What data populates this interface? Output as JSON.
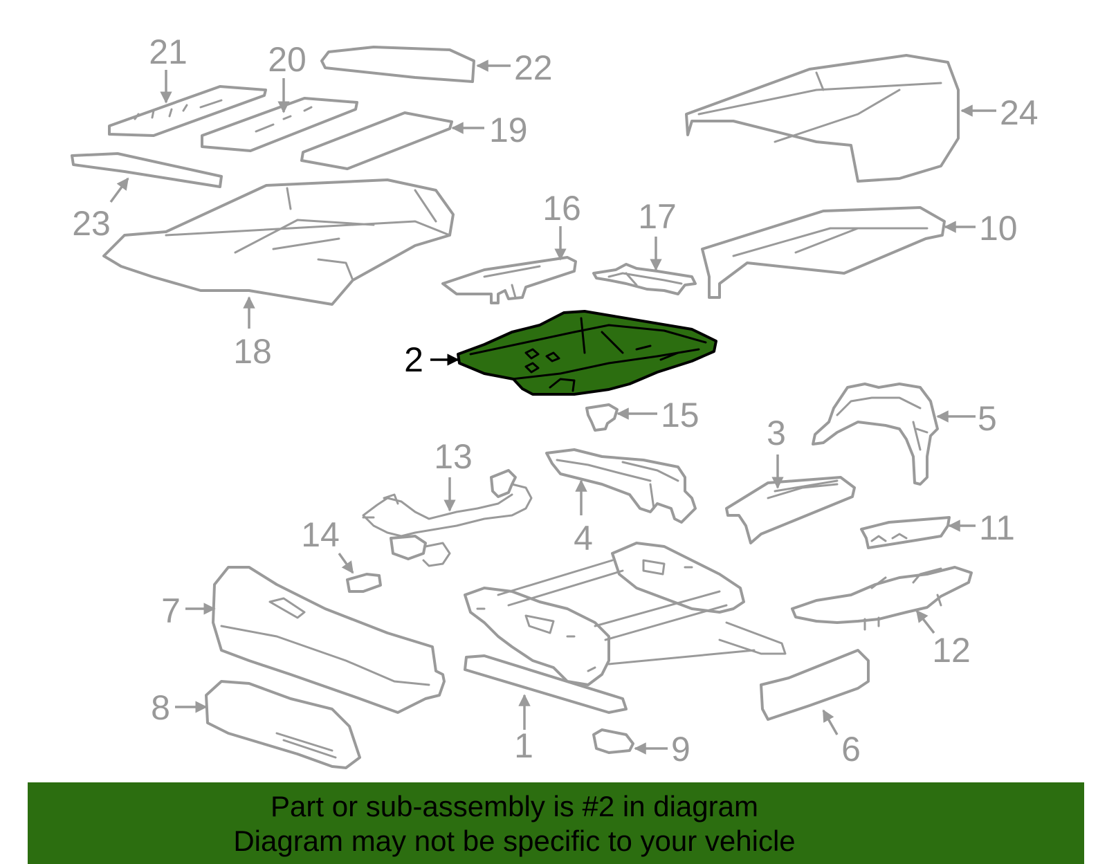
{
  "diagram": {
    "highlighted_part": "2",
    "highlight_color": "#2c6e10",
    "callouts": {
      "c1": "1",
      "c2": "2",
      "c3": "3",
      "c4": "4",
      "c5": "5",
      "c6": "6",
      "c7": "7",
      "c8": "8",
      "c9": "9",
      "c10": "10",
      "c11": "11",
      "c12": "12",
      "c13": "13",
      "c14": "14",
      "c15": "15",
      "c16": "16",
      "c17": "17",
      "c18": "18",
      "c19": "19",
      "c20": "20",
      "c21": "21",
      "c22": "22",
      "c23": "23",
      "c24": "24"
    }
  },
  "banner": {
    "line1": "Part or sub-assembly is #2 in diagram",
    "line2": "Diagram may not be specific to your vehicle",
    "background": "#2c6e10"
  }
}
